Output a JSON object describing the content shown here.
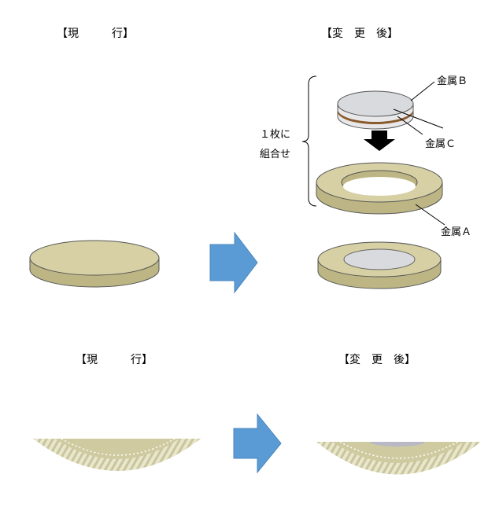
{
  "top": {
    "current_title": "【現　　　行】",
    "changed_title": "【変　更　後】",
    "combine_line1": "１枚に",
    "combine_line2": "組合せ",
    "metal_b": "金属Ｂ",
    "metal_c": "金属Ｃ",
    "metal_a": "金属Ａ"
  },
  "bottom": {
    "current_title": "【現　　　行】",
    "changed_title": "【変　更　後】"
  },
  "colors": {
    "coin": "#d6d0a4",
    "coin_side": "#c2bb8a",
    "silver": "#d9dadd",
    "arrow": "#5b9bd5",
    "copper": "#8b5a2b"
  }
}
